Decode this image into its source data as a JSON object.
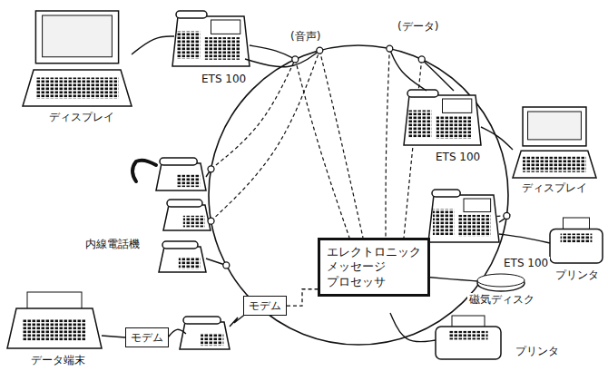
{
  "diagram": {
    "nodes": [
      {
        "text": [
          "エレクトロニック メッセージ プロセッサ"
        ]
      },
      {
        "text": [
          "モデム"
        ]
      },
      {
        "text": [
          "モデム"
        ]
      }
    ],
    "edges": [
      {
        "from": 1,
        "to": 0,
        "arrow": "none"
      }
    ],
    "labels": [
      "(音声)",
      "(データ)",
      "ETS 100",
      "ETS 100",
      "ETS 100",
      "ディスプレイ",
      "ディスプレイ",
      "内線電話機",
      "磁気ディスク",
      "プリンタ",
      "プリンタ",
      "データ端末"
    ]
  }
}
